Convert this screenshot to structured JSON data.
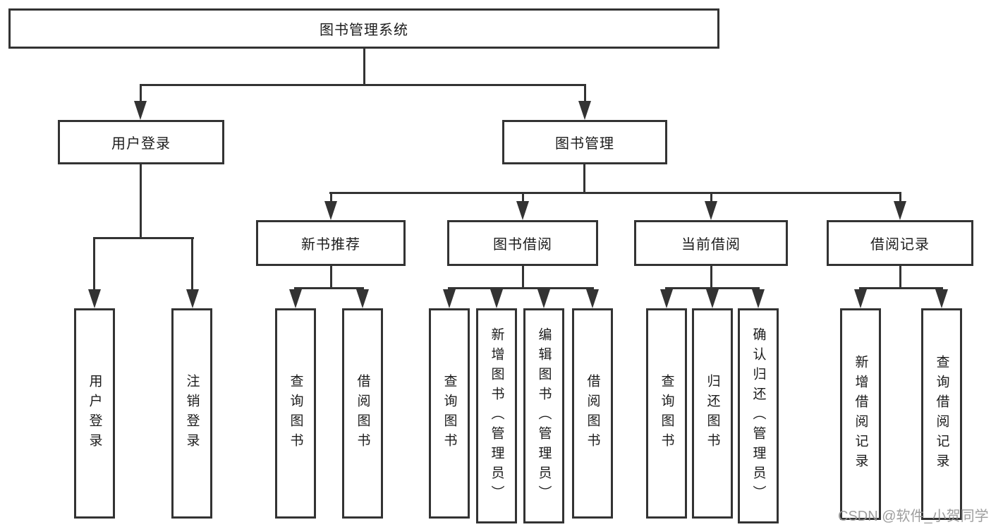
{
  "diagram": {
    "type": "hierarchy-tree",
    "colors": {
      "line": "#333333",
      "text": "#1c1c1c",
      "background": "#ffffff",
      "watermark": "#949494"
    },
    "tree": {
      "root": {
        "label": "图书管理系统"
      },
      "children": [
        {
          "label": "用户登录",
          "children": [
            {
              "label": "用户登录"
            },
            {
              "label": "注销登录"
            }
          ]
        },
        {
          "label": "图书管理",
          "children": [
            {
              "label": "新书推荐",
              "children": [
                {
                  "label": "查询图书"
                },
                {
                  "label": "借阅图书"
                }
              ]
            },
            {
              "label": "图书借阅",
              "children": [
                {
                  "label": "查询图书"
                },
                {
                  "label": "新增图书（管理员）"
                },
                {
                  "label": "编辑图书（管理员）"
                },
                {
                  "label": "借阅图书"
                }
              ]
            },
            {
              "label": "当前借阅",
              "children": [
                {
                  "label": "查询图书"
                },
                {
                  "label": "归还图书"
                },
                {
                  "label": "确认归还（管理员）"
                }
              ]
            },
            {
              "label": "借阅记录",
              "children": [
                {
                  "label": "新增借阅记录"
                },
                {
                  "label": "查询借阅记录"
                }
              ]
            }
          ]
        }
      ]
    }
  },
  "watermark": {
    "text": "CSDN @软件_小贺同学"
  }
}
